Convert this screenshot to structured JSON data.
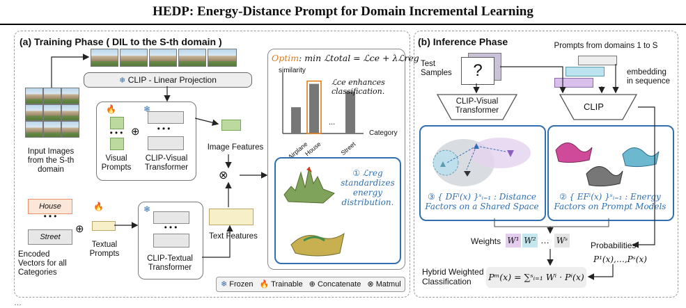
{
  "title": "HEDP: Energy-Distance Prompt for Domain Incremental Learning",
  "training": {
    "header": "(a) Training Phase ( DIL to the S-th domain )",
    "clip_linear": "CLIP - Linear Projection",
    "input_images": "Input Images\nfrom the S-th\ndomain",
    "visual_prompts": "Visual\nPrompts",
    "clip_visual": "CLIP-Visual\nTransformer",
    "image_features": "Image Features",
    "house": "House",
    "street": "Street",
    "encoded": "Encoded\nVectors for all\nCategories",
    "textual_prompts": "Textual\nPrompts",
    "clip_textual": "CLIP-Textual\nTransformer",
    "text_features": "Text Features",
    "optim_label": "Optim",
    "optim_formula": ": min ℒtotal = ℒce + λℒreg",
    "lce_note": "ℒce enhances\nclassification.",
    "lreg_num": "①",
    "lreg_text": "ℒreg\nstandardizes\nenergy\ndistribution.",
    "legend": {
      "frozen": "Frozen",
      "trainable": "Trainable",
      "concatenate": "Concatenate",
      "matmul": "Matmul"
    }
  },
  "chart_data": {
    "type": "bar",
    "categories": [
      "Airplane",
      "House",
      "...",
      "Street"
    ],
    "values": [
      0.45,
      0.85,
      null,
      0.72
    ],
    "highlight": "House",
    "xlabel": "Category",
    "ylabel": "similarity"
  },
  "inference": {
    "header": "(b) Inference Phase",
    "test_samples": "Test\nSamples",
    "question": "?",
    "prompts_from": "Prompts from domains 1 to S",
    "embedding": "embedding\nin sequence",
    "clip_visual": "CLIP-Visual\nTransformer",
    "clip": "CLIP",
    "distance_num": "③",
    "distance_text": "{ DFⁱ(x) }ˢᵢ₌₁ : Distance\nFactors on a Shared Space",
    "energy_num": "②",
    "energy_text": "{ EFⁱ(x) }ˢᵢ₌₁ : Energy\nFactors on Prompt Models",
    "weights": "Weights",
    "w1": "W¹",
    "w2": "W²",
    "wdots": "…",
    "ws": "Wˢ",
    "probabilities": "Probabilities",
    "prob_formula": "P¹(x),…,Pˢ(x)",
    "hybrid": "Hybrid Weighted\nClassification",
    "hybrid_formula": "Pᵐ(x) = ∑ˢᵢ₌₁ Wⁱ · Pⁱ(x)"
  },
  "caption_fragment": "…"
}
